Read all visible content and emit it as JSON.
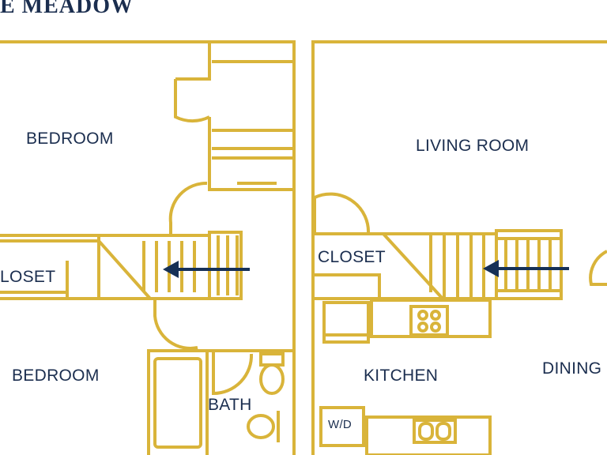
{
  "title": "E MEADOW",
  "colors": {
    "wall": "#d9b43a",
    "text": "#1b2e4f",
    "arrow": "#163056",
    "background": "#ffffff"
  },
  "upper_floor": {
    "bedroom_top": "BEDROOM",
    "closet": "LOSET",
    "bedroom_bottom": "BEDROOM",
    "bath": "BATH"
  },
  "lower_floor": {
    "living_room": "LIVING ROOM",
    "closet": "CLOSET",
    "kitchen": "KITCHEN",
    "dining": "DINING",
    "washer_dryer": "W/D"
  },
  "icons": [
    "stair-arrow-icon",
    "stair-arrow-icon"
  ]
}
